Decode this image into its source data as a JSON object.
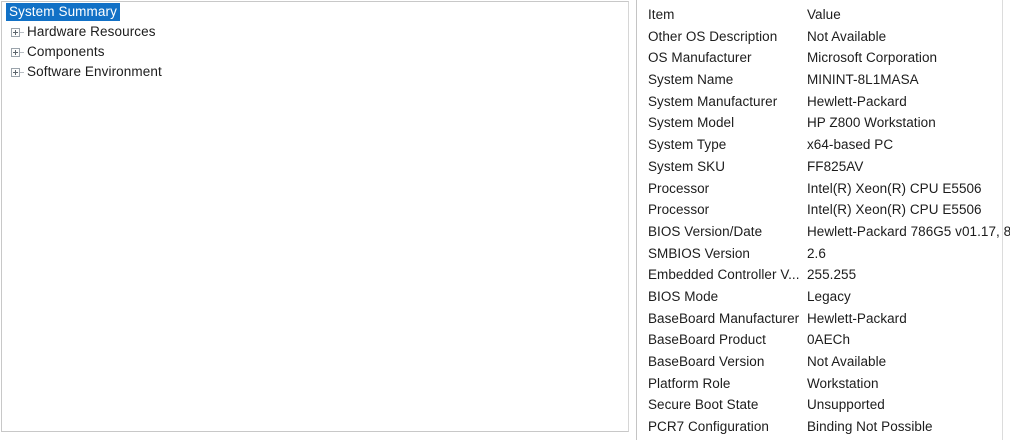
{
  "tree": {
    "items": [
      {
        "label": "System Summary",
        "selected": true,
        "expandable": false
      },
      {
        "label": "Hardware Resources",
        "selected": false,
        "expandable": true
      },
      {
        "label": "Components",
        "selected": false,
        "expandable": true
      },
      {
        "label": "Software Environment",
        "selected": false,
        "expandable": true
      }
    ]
  },
  "details": {
    "columns": {
      "item": "Item",
      "value": "Value"
    },
    "rows": [
      {
        "item": "Item",
        "value": "Value",
        "header": true
      },
      {
        "item": "Other OS Description",
        "value": "Not Available"
      },
      {
        "item": "OS Manufacturer",
        "value": "Microsoft Corporation"
      },
      {
        "item": "System Name",
        "value": "MININT-8L1MASA"
      },
      {
        "item": "System Manufacturer",
        "value": "Hewlett-Packard"
      },
      {
        "item": "System Model",
        "value": "HP Z800 Workstation"
      },
      {
        "item": "System Type",
        "value": "x64-based PC"
      },
      {
        "item": "System SKU",
        "value": "FF825AV"
      },
      {
        "item": "Processor",
        "value": "Intel(R) Xeon(R) CPU          E5506"
      },
      {
        "item": "Processor",
        "value": "Intel(R) Xeon(R) CPU          E5506"
      },
      {
        "item": "BIOS Version/Date",
        "value": "Hewlett-Packard 786G5 v01.17, 8/"
      },
      {
        "item": "SMBIOS Version",
        "value": "2.6"
      },
      {
        "item": "Embedded Controller V...",
        "value": "255.255"
      },
      {
        "item": "BIOS Mode",
        "value": "Legacy",
        "highlighted": true
      },
      {
        "item": "BaseBoard Manufacturer",
        "value": "Hewlett-Packard"
      },
      {
        "item": "BaseBoard Product",
        "value": "0AECh"
      },
      {
        "item": "BaseBoard Version",
        "value": "Not Available"
      },
      {
        "item": "Platform Role",
        "value": "Workstation"
      },
      {
        "item": "Secure Boot State",
        "value": "Unsupported",
        "highlighted": true
      },
      {
        "item": "PCR7 Configuration",
        "value": "Binding Not Possible",
        "highlighted": true
      }
    ]
  },
  "annotations": {
    "color": "#e01b1b",
    "boxes": [
      {
        "name": "bios-mode-highlight",
        "target": "BIOS Mode"
      },
      {
        "name": "secure-boot-highlight",
        "target": "Secure Boot State / PCR7 Configuration"
      }
    ]
  },
  "colors": {
    "selection": "#1271c6",
    "selection_text": "#ffffff",
    "text": "#1c1c1c",
    "panel_border": "#c8c8c8",
    "annotation_red": "#e01b1b"
  }
}
